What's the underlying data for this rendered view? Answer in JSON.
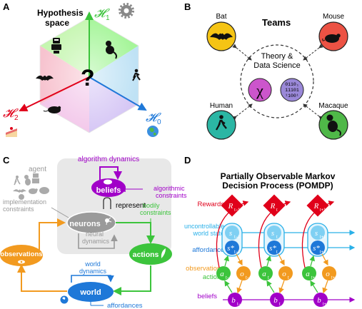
{
  "colors": {
    "orange": "#f29a1f",
    "green": "#3cc43c",
    "blue": "#1e78d8",
    "purple": "#a100c8",
    "red": "#e0001a",
    "cyan": "#2ab0e8",
    "gray": "#aaaaaa"
  },
  "panelA": {
    "letter": "A",
    "title_line1": "Hypothesis",
    "title_line2": "space",
    "h1": "𝓗",
    "h1_sub": "1",
    "h2": "𝓗",
    "h2_sub": "2",
    "h0": "𝓗",
    "h0_sub": "0",
    "center": "?"
  },
  "panelB": {
    "letter": "B",
    "title": "Teams",
    "center_line1": "Theory &",
    "center_line2": "Data Science",
    "chi": "χ",
    "binary_rows": [
      "0110₁",
      "11101",
      "¹100¹"
    ],
    "teams": [
      {
        "label": "Bat",
        "color": "#f5c414"
      },
      {
        "label": "Mouse",
        "color": "#ec5244"
      },
      {
        "label": "Human",
        "color": "#2bb6a4"
      },
      {
        "label": "Macaque",
        "color": "#4fb848"
      }
    ]
  },
  "panelC": {
    "letter": "C",
    "agent": "agent",
    "algorithm_dynamics": "algorithm dynamics",
    "beliefs": "beliefs",
    "algorithmic_line1": "algorithmic",
    "algorithmic_line2": "constraints",
    "represent": "represent",
    "bodily_line1": "bodily",
    "bodily_line2": "constraints",
    "implementation_line1": "implementation",
    "implementation_line2": "constraints",
    "neurons": "neurons",
    "neural_line1": "neural",
    "neural_line2": "dynamics",
    "observations": "observations",
    "actions": "actions",
    "world_dyn_line1": "world",
    "world_dyn_line2": "dynamics",
    "world": "world",
    "affordances": "affordances"
  },
  "panelD": {
    "letter": "D",
    "title_line1": "Partially Observable Markov",
    "title_line2": "Decision Process (POMDP)",
    "rewards": "Rewards",
    "uncontrollable_line1": "uncontrollable",
    "uncontrollable_line2": "world state",
    "affordance": "affordance",
    "observations": "observations",
    "actions": "actions",
    "beliefs": "beliefs",
    "time_subs": [
      "t−1",
      "t",
      "t+1"
    ],
    "R": "R",
    "s": "s",
    "o": "o",
    "a": "a",
    "b": "b"
  }
}
